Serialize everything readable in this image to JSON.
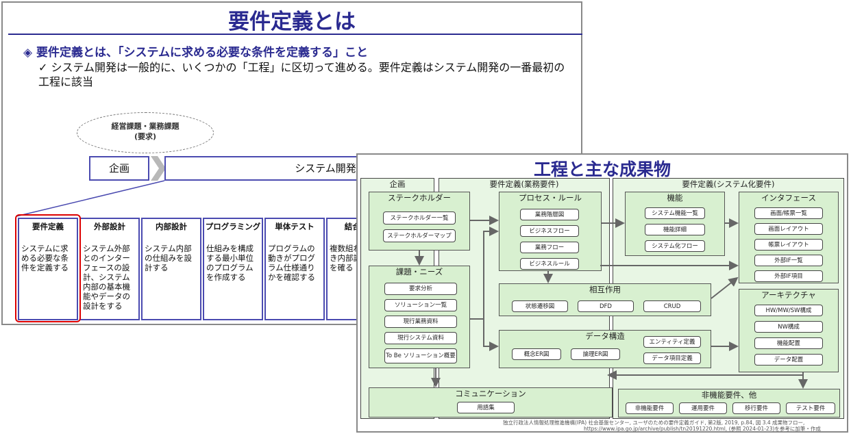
{
  "slide1": {
    "title": "要件定義とは",
    "bullet_marker": "◈",
    "bullet": "要件定義とは、「システムに求める必要な条件を定義する」こと",
    "sub_marker": "✓",
    "sub": "システム開発は一般的に、いくつかの「工程」に区切って進める。要件定義はシステム開発の一番最初の工程に該当",
    "cloud_line1": "経営課題・業務課題",
    "cloud_line2": "(要求)",
    "phase_planning": "企画",
    "phase_dev": "システム開発",
    "steps": [
      {
        "title": "要件定義",
        "body": "システムに求める必要な条件を定義する"
      },
      {
        "title": "外部設計",
        "body": "システム外部とのインターフェースの設計、システム内部の基本機能やデータの設計をする"
      },
      {
        "title": "内部設計",
        "body": "システム内部の仕組みを設計する"
      },
      {
        "title": "プログラミング",
        "body": "仕組みを構成する最小単位のプログラムを作成する"
      },
      {
        "title": "単体テスト",
        "body": "プログラムの動きがプログラム仕様通りかを確認する"
      },
      {
        "title": "結合テ",
        "body": "複数組わた動き内部設りかを確る"
      }
    ]
  },
  "slide2": {
    "title": "工程と主な成果物",
    "zone_planning": "企画",
    "zone_business": "要件定義(業務要件)",
    "zone_system": "要件定義(システム化要件)",
    "stakeholder": {
      "title": "ステークホルダー",
      "items": [
        "ステークホルダー一覧",
        "ステークホルダーマップ"
      ]
    },
    "issues": {
      "title": "課題・ニーズ",
      "items": [
        "要求分析",
        "ソリューション一覧",
        "現行業務資料",
        "現行システム資料",
        "To Be ソリューション概要"
      ]
    },
    "process": {
      "title": "プロセス・ルール",
      "items": [
        "業務階層図",
        "ビジネスフロー",
        "業務フロー",
        "ビジネスルール"
      ]
    },
    "interaction": {
      "title": "相互作用",
      "items": [
        "状態遷移図",
        "DFD",
        "CRUD"
      ]
    },
    "data": {
      "title": "データ構造",
      "items": [
        "概念ER図",
        "論理ER図",
        "エンティティ定義",
        "データ項目定義"
      ]
    },
    "function": {
      "title": "機能",
      "items": [
        "システム機能一覧",
        "機能詳細",
        "システム化フロー"
      ]
    },
    "interface": {
      "title": "インタフェース",
      "items": [
        "画面/帳票一覧",
        "画面レイアウト",
        "帳票レイアウト",
        "外部IF一覧",
        "外部IF項目"
      ]
    },
    "architecture": {
      "title": "アーキテクチャ",
      "items": [
        "HW/MW/SW構成",
        "NW構成",
        "機能配置",
        "データ配置"
      ]
    },
    "communication": {
      "title": "コミュニケーション",
      "items": [
        "用語集"
      ]
    },
    "nonfunctional": {
      "title": "非機能要件、他",
      "items": [
        "非機能要件",
        "運用要件",
        "移行要件",
        "テスト要件"
      ]
    },
    "footnote1": "独立行政法人情報処理推進機構(IPA) 社会基盤センター, ユーザのための要件定義ガイド, 第2版, 2019, p.84, 図 3.4 成果物フロー,",
    "footnote2": "https://www.ipa.go.jp/archive/publish/tn20191220.html, (参照 2024-01-23)を参考に加筆・作成"
  },
  "colors": {
    "title": "#2a2a90",
    "box_border": "#4a4ab0",
    "highlight": "#dd0000",
    "zone_fill": "#e8f6e4",
    "group_fill": "#d8f0d0"
  }
}
